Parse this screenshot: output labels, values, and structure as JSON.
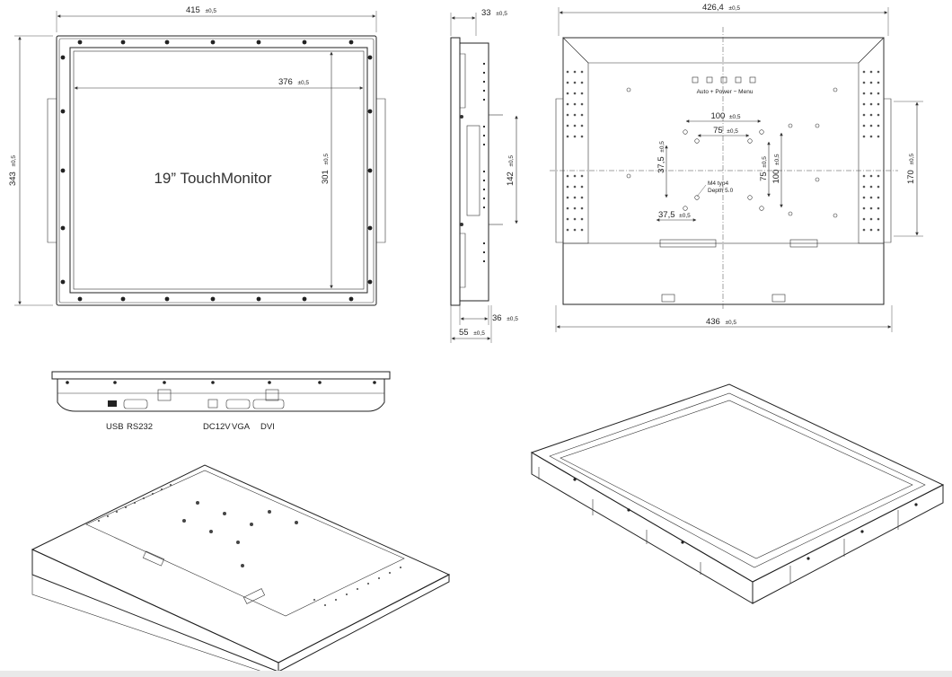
{
  "front_view": {
    "title": "19” TouchMonitor",
    "width_dim": "415",
    "width_tol": "±0,5",
    "height_dim": "343",
    "height_tol": "±0,5",
    "inner_width_dim": "376",
    "inner_width_tol": "±0,5",
    "inner_height_dim": "301",
    "inner_height_tol": "±0,5"
  },
  "side_view": {
    "top_dim": "33",
    "top_tol": "±0,5",
    "center_dim": "142",
    "center_tol": "±0,5",
    "depth_dim": "36",
    "depth_tol": "±0,5",
    "total_depth_dim": "55",
    "total_depth_tol": "±0,5"
  },
  "rear_view": {
    "width_top_dim": "426,4",
    "width_top_tol": "±0,5",
    "width_bottom_dim": "436",
    "width_bottom_tol": "±0,5",
    "vesa_100_dim": "100",
    "vesa_100_tol": "±0,5",
    "vesa_75_dim": "75",
    "vesa_75_tol": "±0,5",
    "vert_37_dim": "37,5",
    "vert_37_tol": "±0,5",
    "vert_75_dim": "75",
    "vert_75_tol": "±0,5",
    "vert_100_dim": "100",
    "vert_100_tol": "±0,5",
    "horiz_37_dim": "37,5",
    "horiz_37_tol": "±0,5",
    "side_170_dim": "170",
    "side_170_tol": "±0,5",
    "screw_note_line1": "M4 typ4",
    "screw_note_line2": "Depth 5.0",
    "button_labels": "Auto  +  Power  −  Menu"
  },
  "bottom_view": {
    "ports": [
      "USB",
      "RS232",
      "DC12V",
      "VGA",
      "DVI"
    ]
  }
}
